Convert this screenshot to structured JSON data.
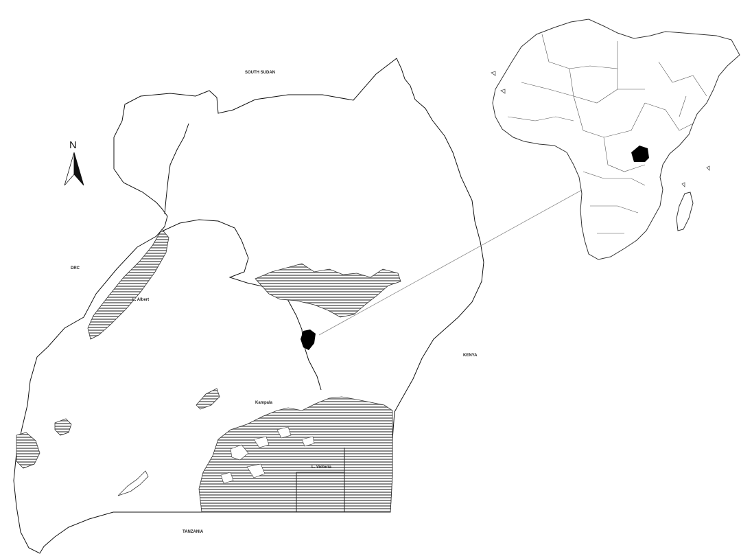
{
  "labels": {
    "south_sudan": "SOUTH SUDAN",
    "drc": "DRC",
    "lake_albert": "L. Albert",
    "kenya": "KENYA",
    "kampala": "Kampala",
    "lake_victoria": "L. Victoria",
    "tanzania": "TANZANIA"
  },
  "north_arrow": {
    "letter": "N"
  },
  "colors": {
    "border": "#111111",
    "water_fill": "#8a8a8a",
    "highlight": "#000000",
    "inset_border": "#333333",
    "background": "#ffffff"
  }
}
